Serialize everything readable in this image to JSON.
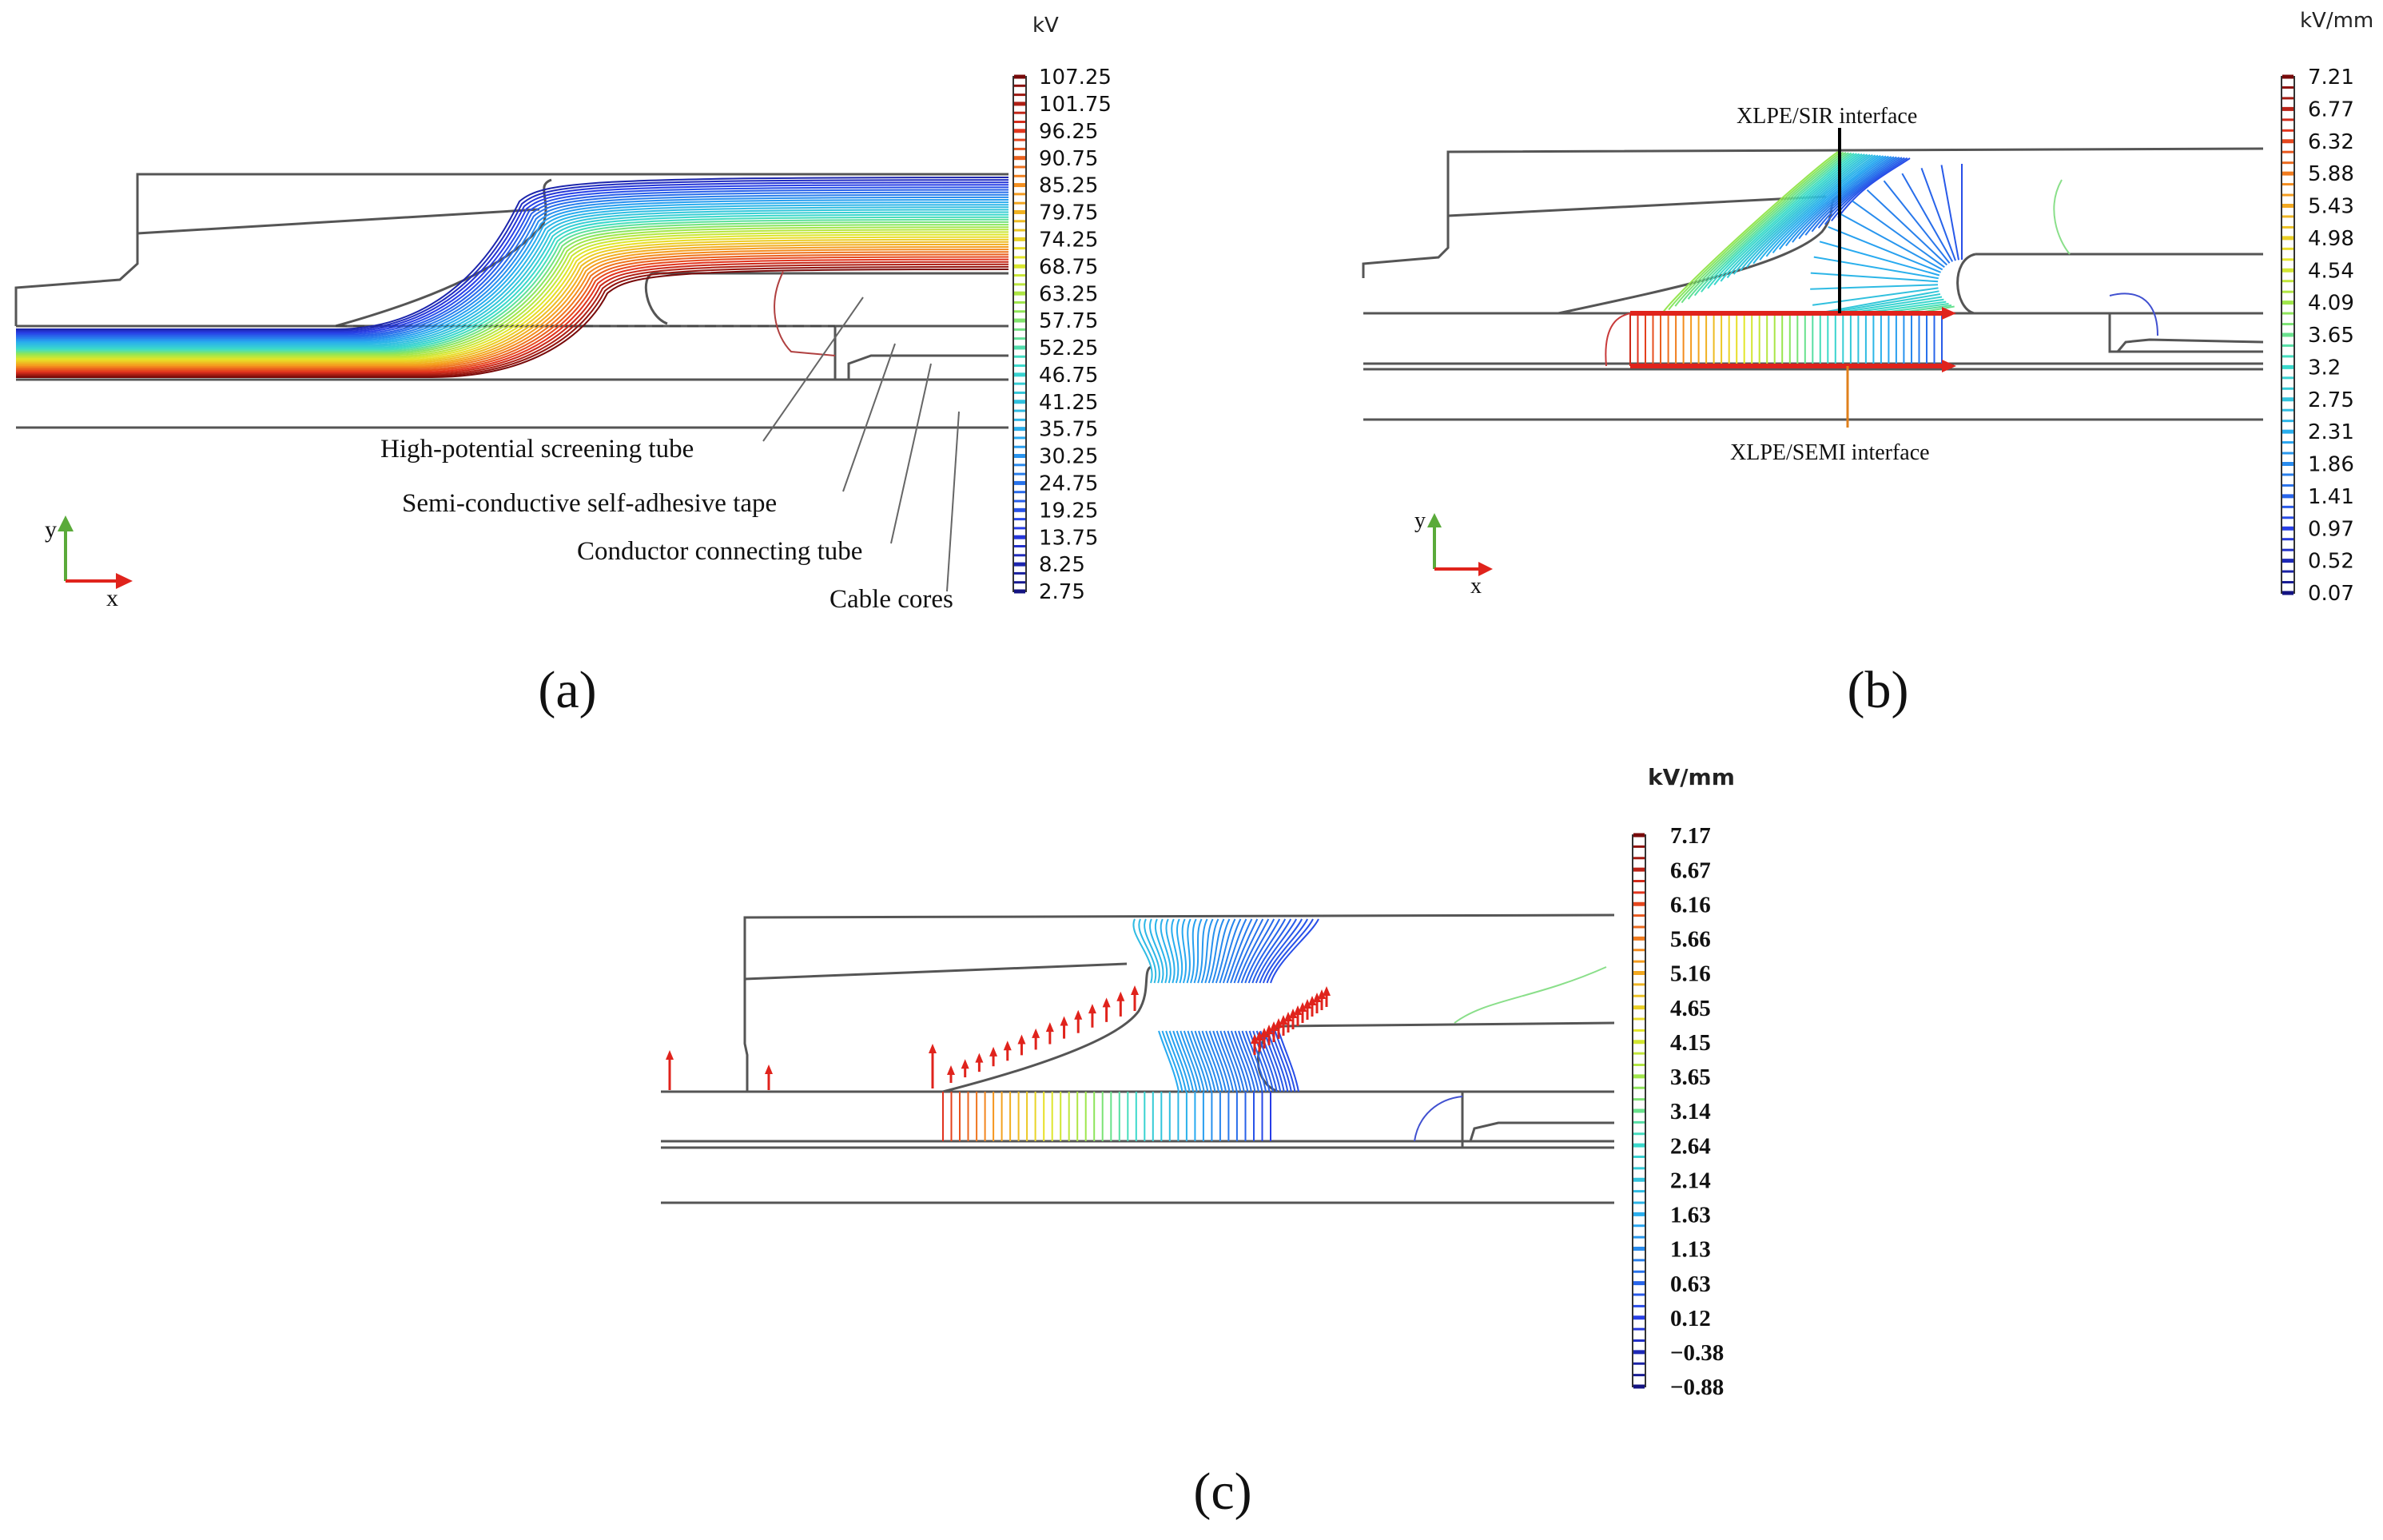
{
  "panels": [
    {
      "id": "a",
      "caption": "(a)",
      "unit": "kV",
      "legend": [
        "107.25",
        "101.75",
        "96.25",
        "90.75",
        "85.25",
        "79.75",
        "74.25",
        "68.75",
        "63.25",
        "57.75",
        "52.25",
        "46.75",
        "41.25",
        "35.75",
        "30.25",
        "24.75",
        "19.25",
        "13.75",
        "8.25",
        "2.75"
      ],
      "labels": [
        "High-potential screening tube",
        "Semi-conductive self-adhesive tape",
        "Conductor connecting tube",
        "Cable cores"
      ],
      "axes": {
        "x": "x",
        "y": "y"
      }
    },
    {
      "id": "b",
      "caption": "(b)",
      "unit": "kV/mm",
      "legend": [
        "7.21",
        "6.77",
        "6.32",
        "5.88",
        "5.43",
        "4.98",
        "4.54",
        "4.09",
        "3.65",
        "3.2",
        "2.75",
        "2.31",
        "1.86",
        "1.41",
        "0.97",
        "0.52",
        "0.07"
      ],
      "labels": [
        "XLPE/SIR interface",
        "XLPE/SEMI interface"
      ],
      "axes": {
        "x": "x",
        "y": "y"
      }
    },
    {
      "id": "c",
      "caption": "(c)",
      "unit": "kV/mm",
      "legend": [
        "7.17",
        "6.67",
        "6.16",
        "5.66",
        "5.16",
        "4.65",
        "4.15",
        "3.65",
        "3.14",
        "2.64",
        "2.14",
        "1.63",
        "1.13",
        "0.63",
        "0.12",
        "−0.38",
        "−0.88"
      ]
    }
  ],
  "colors": {
    "outline": "#555555",
    "arrow": "#e0231c",
    "axis_x": "#e0231c",
    "axis_y": "#5aaa3a",
    "pointer_b_top": "#000000",
    "pointer_b_bottom": "#e0801c"
  }
}
